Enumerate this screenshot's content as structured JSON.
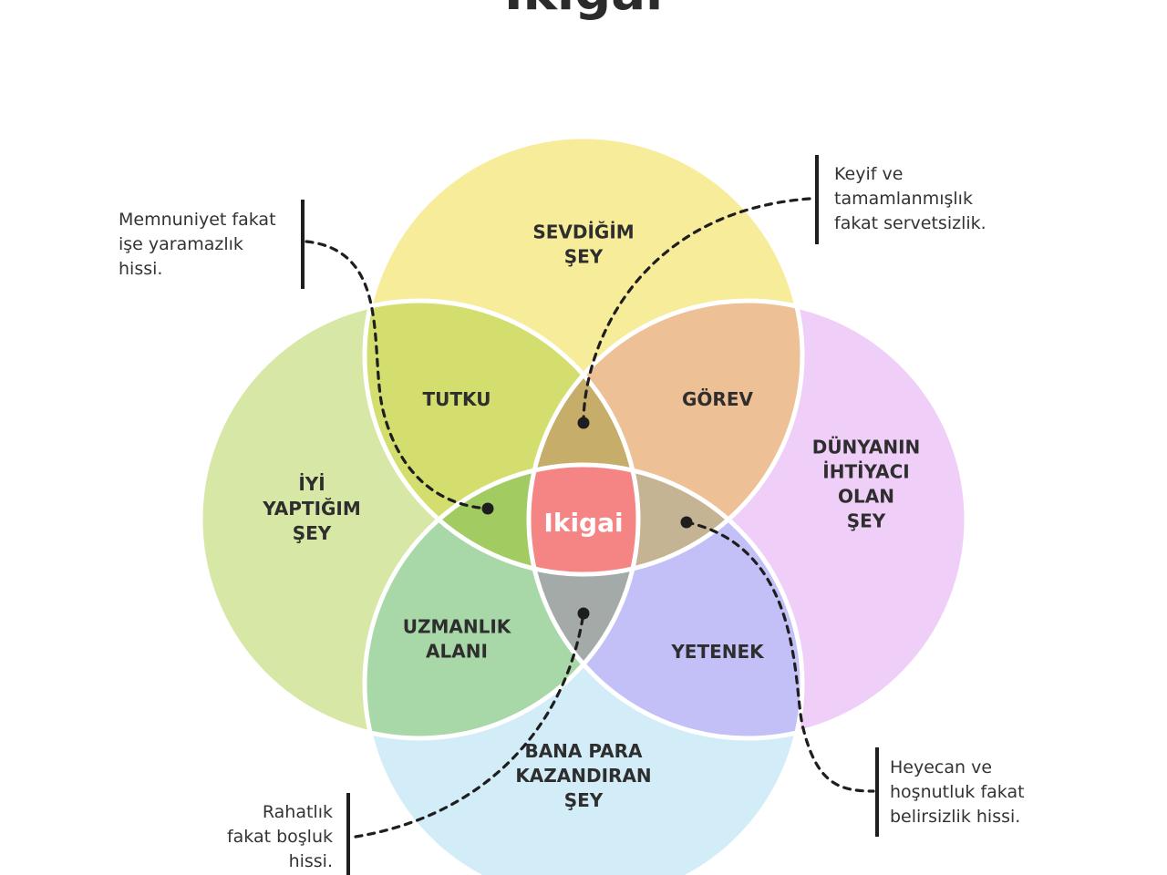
{
  "title": "Ikigai",
  "colors": {
    "love": "#f7ec9a",
    "good_at": "#d7e7a6",
    "world_needs": "#efcff8",
    "paid": "#d2ecf8",
    "passion": "#d3de6e",
    "mission": "#eec096",
    "profession": "#a8d7a8",
    "vocation": "#c3c0f7",
    "center": "#f58484",
    "tri_top": "#c6ad6a",
    "tri_left": "#a2cc62",
    "tri_right": "#c5b493",
    "tri_bottom": "#a4aaa8",
    "stroke": "#ffffff"
  },
  "circles": {
    "love": [
      "SEVDİĞİM",
      "ŞEY"
    ],
    "good_at": [
      "İYİ",
      "YAPTIĞIM",
      "ŞEY"
    ],
    "world_needs": [
      "DÜNYANIN",
      "İHTİYACI",
      "OLAN",
      "ŞEY"
    ],
    "paid": [
      "BANA PARA",
      "KAZANDIRAN",
      "ŞEY"
    ]
  },
  "overlaps": {
    "passion": [
      "TUTKU"
    ],
    "mission": [
      "GÖREV"
    ],
    "profession": [
      "UZMANLIK",
      "ALANI"
    ],
    "vocation": [
      "YETENEK"
    ]
  },
  "center_label": "Ikigai",
  "notes": {
    "top_left": "Memnuniyet  fakat\nişe yaramazlık\nhissi.",
    "top_right": "Keyif ve\ntamamlanmışlık\nfakat servetsizlik.",
    "bottom_left": "Rahatlık\nfakat boşluk\nhissi.",
    "bottom_right": "Heyecan ve\nhoşnutluk fakat\nbelirsizlik hissi."
  }
}
